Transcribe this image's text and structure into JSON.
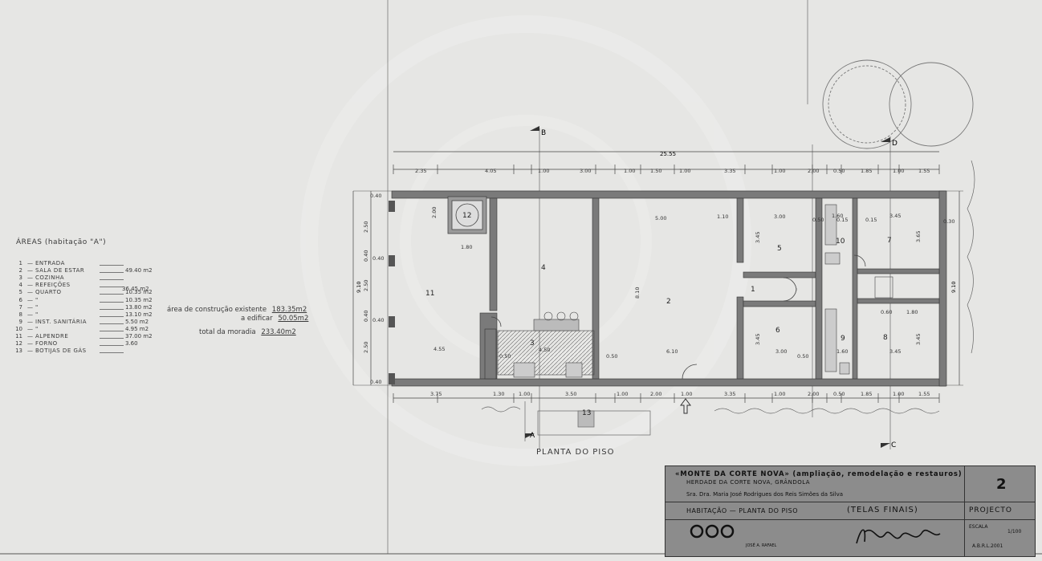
{
  "areas": {
    "title": "ÁREAS (habitação \"A\")",
    "items": [
      {
        "n": "1",
        "label": "ENTRADA",
        "value": ""
      },
      {
        "n": "2",
        "label": "SALA DE ESTAR",
        "value": "49.40 m2"
      },
      {
        "n": "3",
        "label": "COZINHA",
        "value": ""
      },
      {
        "n": "4",
        "label": "REFEIÇÕES",
        "value": ""
      },
      {
        "n": "5",
        "label": "QUARTO",
        "value": "10.35 m2"
      },
      {
        "n": "6",
        "label": "\"",
        "value": "10.35 m2"
      },
      {
        "n": "7",
        "label": "\"",
        "value": "13.80 m2"
      },
      {
        "n": "8",
        "label": "\"",
        "value": "13.10 m2"
      },
      {
        "n": "9",
        "label": "INST. SANITÁRIA",
        "value": "5.50 m2"
      },
      {
        "n": "10",
        "label": "\"",
        "value": "4.95 m2"
      },
      {
        "n": "11",
        "label": "ALPENDRE",
        "value": "37.00 m2"
      },
      {
        "n": "12",
        "label": "FORNO",
        "value": "3.60"
      },
      {
        "n": "13",
        "label": "BOTIJAS DE GÁS",
        "value": ""
      }
    ],
    "group_value": "36.45 m2",
    "totals": [
      {
        "label": "área de construção existente",
        "value": "183.35m2"
      },
      {
        "label": "a edificar",
        "value": "50.05m2"
      },
      {
        "label": "total da moradia",
        "value": "233.40m2"
      }
    ]
  },
  "plan": {
    "title": "PLANTA DO PISO",
    "overall_dim": "25.55",
    "top_dims": [
      "2.35",
      "4.05",
      "1.00",
      "3.00",
      "1.00",
      "1.50",
      "1.00",
      "3.35",
      "1.00",
      "2.00",
      "0.50",
      "1.85",
      "1.00",
      "1.55"
    ],
    "bottom_dims": [
      "3.75",
      "1.30",
      "1.00",
      "3.50",
      "1.00",
      "2.00",
      "1.00",
      "3.35",
      "1.00",
      "2.00",
      "0.50",
      "1.85",
      "1.00",
      "1.55"
    ],
    "left_dims": [
      "2.50",
      "0.40",
      "2.50",
      "0.40",
      "2.50"
    ],
    "left_total": "9.10",
    "right_total": "9.10",
    "section_markers": [
      "B",
      "D",
      "A",
      "C"
    ],
    "rooms": [
      "1",
      "2",
      "3",
      "4",
      "5",
      "6",
      "7",
      "8",
      "9",
      "10",
      "11",
      "12",
      "13"
    ],
    "inner_dims": {
      "room2_width": "5.00",
      "room2_width_b": "6.10",
      "room2_height": "8.10",
      "room3_width": "4.50",
      "room11_width": "4.55",
      "room5_width": "3.00",
      "room6_width": "3.00",
      "room7_width": "3.45",
      "room8_width": "3.45",
      "room7_height": "3.65",
      "room8_height": "3.45",
      "room5_height": "3.45",
      "room6_height": "3.45",
      "oven_w": "1.80",
      "oven_h": "2.00",
      "room10_w": "1.60",
      "room9_w": "1.60",
      "small_a": "1.10",
      "small_b": "0.60",
      "small_c": "1.80",
      "wall": "0.40",
      "wall_b": "0.30",
      "wall_c": "0.50",
      "wall_d": "0.15"
    }
  },
  "title_block": {
    "project": "«MONTE DA CORTE NOVA» (ampliação, remodelação e restauros)",
    "location": "HERDADE DA CORTE NOVA, GRÂNDOLA",
    "client": "Sra. Dra. Maria José Rodrigues dos Reis Simões da Silva",
    "drawing": "HABITAÇÃO — PLANTA DO PISO",
    "status": "(TELAS FINAIS)",
    "sheet": "2",
    "phase": "PROJECTO",
    "scale_label": "ESCALA",
    "scale": "1/100",
    "author": "JOSÉ A. RAFAEL",
    "date": "A.B.R.L.2001"
  },
  "colors": {
    "paper": "#e6e6e4",
    "ink": "#3a3a3a",
    "wall": "#7a7a7a",
    "title_block": "#8c8c8c"
  }
}
